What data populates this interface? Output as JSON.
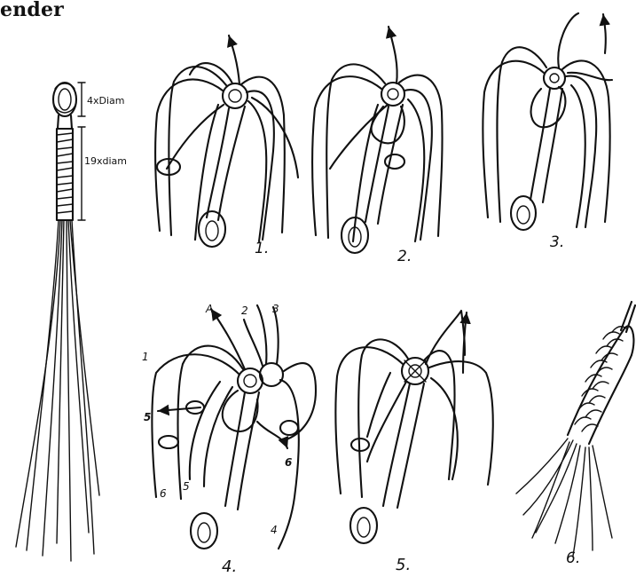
{
  "title": "ender",
  "dimensions": {
    "loop": "4xDiam",
    "wrap": "19xdiam"
  },
  "steps": [
    "1.",
    "2.",
    "3.",
    "4.",
    "5.",
    "6."
  ],
  "strands": {
    "A": "A",
    "n1": "1",
    "n2": "2",
    "n3": "3",
    "n4": "4",
    "n5a": "5",
    "n5b": "5",
    "n6a": "6",
    "n6b": "6"
  }
}
